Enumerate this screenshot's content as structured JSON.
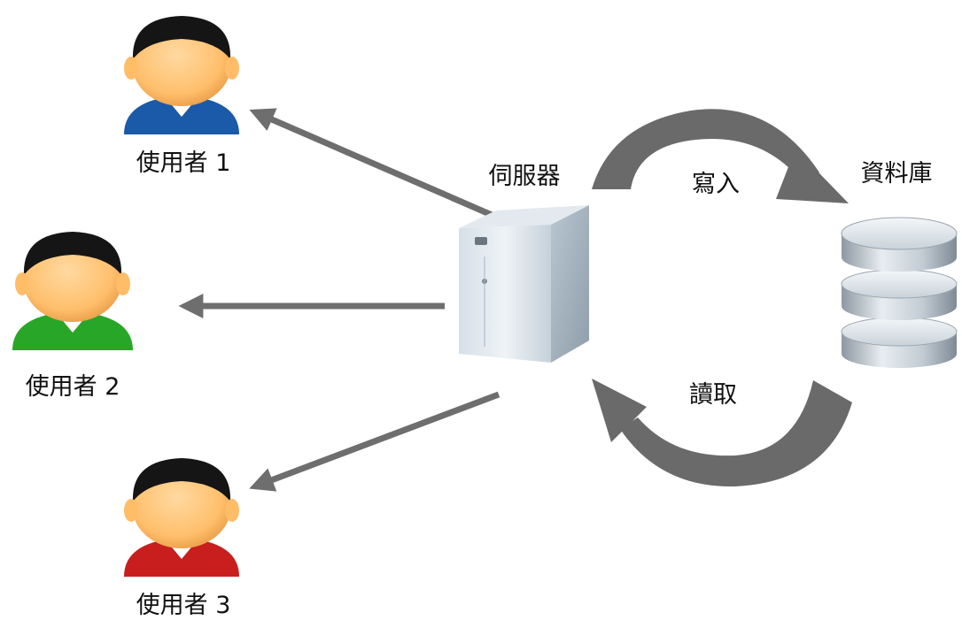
{
  "users": [
    {
      "label": "使用者 1",
      "shirt_color": "#1b5aa8"
    },
    {
      "label": "使用者 2",
      "shirt_color": "#28a628"
    },
    {
      "label": "使用者 3",
      "shirt_color": "#c81e1e"
    }
  ],
  "server": {
    "label": "伺服器"
  },
  "database": {
    "label": "資料庫"
  },
  "flows": {
    "write_label": "寫入",
    "read_label": "讀取"
  },
  "colors": {
    "arrow": "#6e6e6e",
    "curved_arrow": "#6a6a6a",
    "skin": "#ffc374",
    "hair": "#151515"
  }
}
